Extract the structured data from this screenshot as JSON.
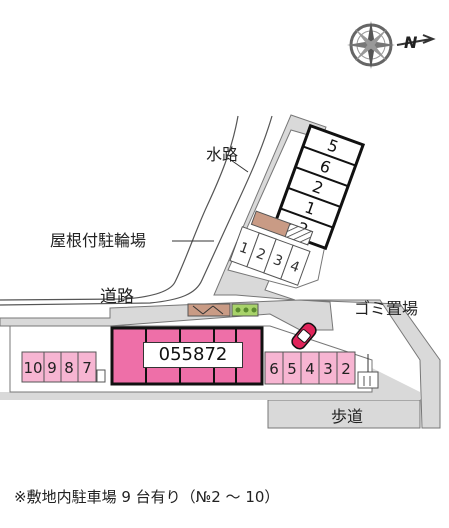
{
  "labels": {
    "waterway": "水路",
    "bike_parking": "屋根付駐輪場",
    "road": "道路",
    "garbage": "ゴミ置場",
    "sidewalk": "歩道",
    "compass_letter": "N"
  },
  "property_code": "055872",
  "parking_spaces": [
    {
      "no": "10"
    },
    {
      "no": "9"
    },
    {
      "no": "8"
    },
    {
      "no": "7"
    },
    {
      "no": "6"
    },
    {
      "no": "5"
    },
    {
      "no": "4"
    },
    {
      "no": "3"
    },
    {
      "no": "2"
    }
  ],
  "upper_spaces": [
    {
      "no": "1"
    },
    {
      "no": "2"
    },
    {
      "no": "3"
    },
    {
      "no": "4"
    }
  ],
  "building_numbers": [
    "5",
    "6",
    "2",
    "1",
    "2"
  ],
  "footnote": "※敷地内駐車場 9 台有り（№2 〜 10）",
  "colors": {
    "parking": "#f7b5d2",
    "building": "#ee6fa8",
    "road": "#d9d9d9",
    "car": "#e0245a"
  }
}
